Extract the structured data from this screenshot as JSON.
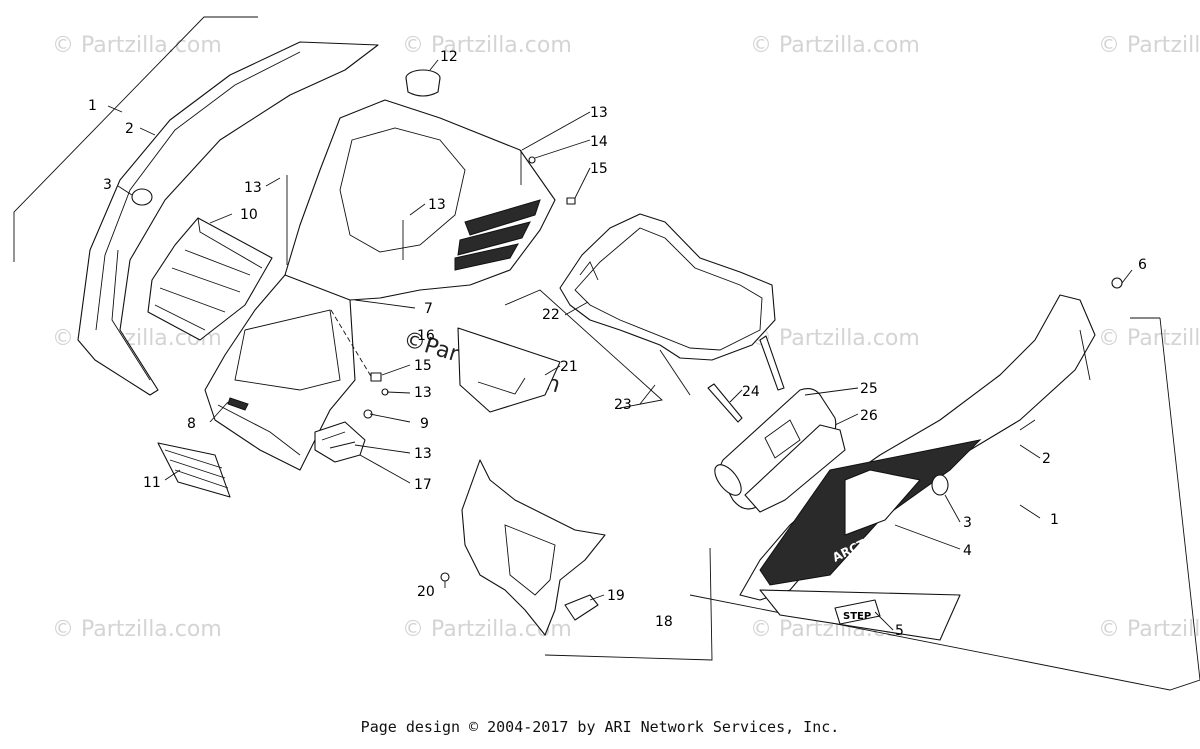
{
  "watermark_text": "© Partzilla.com",
  "center_watermark_text": "©Partzilla.com",
  "footer_text": "Page design © 2004-2017 by ARI Network Services, Inc.",
  "decal_text": {
    "brand": "ARCTIC CAT",
    "model": "STEP"
  },
  "callouts": [
    "1",
    "2",
    "3",
    "10",
    "12",
    "13",
    "13",
    "13",
    "14",
    "15",
    "7",
    "16",
    "15",
    "13",
    "9",
    "8",
    "11",
    "13",
    "17",
    "22",
    "21",
    "23",
    "24",
    "25",
    "26",
    "6",
    "2",
    "3",
    "1",
    "4",
    "5",
    "19",
    "18",
    "20"
  ]
}
